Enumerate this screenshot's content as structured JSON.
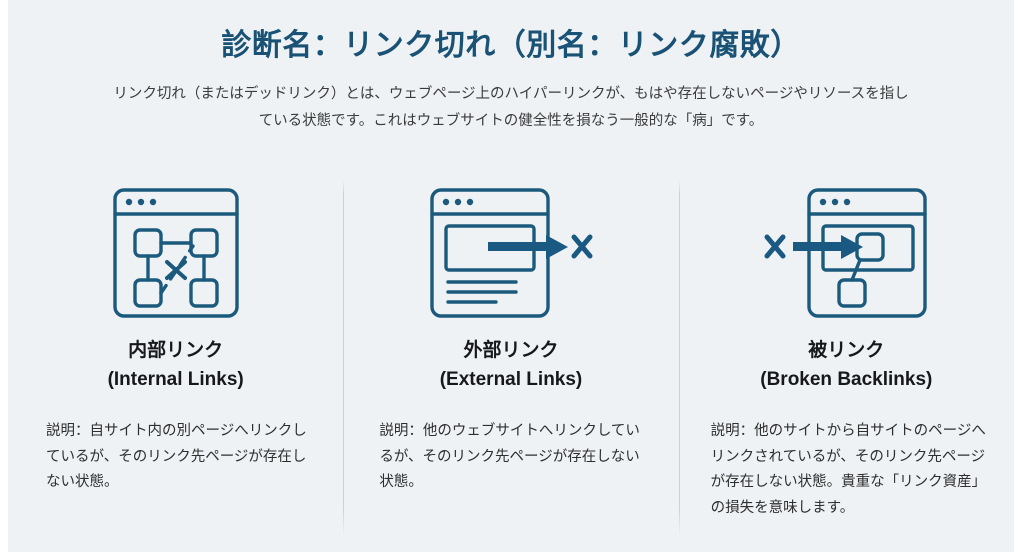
{
  "colors": {
    "background": "#eef2f5",
    "title": "#1a5275",
    "icon_stroke": "#1b5a7d",
    "icon_accent": "#1a5a82",
    "body_text": "#3b3b3b",
    "divider": "#c8d1d8",
    "page_border": "#ffffff"
  },
  "header": {
    "title": "診断名：リンク切れ（別名：リンク腐敗）",
    "subtitle": "リンク切れ（またはデッドリンク）とは、ウェブページ上のハイパーリンクが、もはや存在しないページやリソースを指している状態です。これはウェブサイトの健全性を損なう一般的な「病」です。"
  },
  "columns": [
    {
      "icon": "browser-internal-links-broken-icon",
      "heading_ja": "内部リンク",
      "heading_en": "(Internal Links)",
      "description": "説明：自サイト内の別ページへリンクしているが、そのリンク先ページが存在しない状態。"
    },
    {
      "icon": "browser-external-link-out-broken-icon",
      "heading_ja": "外部リンク",
      "heading_en": "(External Links)",
      "description": "説明：他のウェブサイトへリンクしているが、そのリンク先ページが存在しない状態。"
    },
    {
      "icon": "browser-inbound-backlink-broken-icon",
      "heading_ja": "被リンク",
      "heading_en": "(Broken Backlinks)",
      "description": "説明：他のサイトから自サイトのページへリンクされているが、そのリンク先ページが存在しない状態。貴重な「リンク資産」の損失を意味します。"
    }
  ]
}
